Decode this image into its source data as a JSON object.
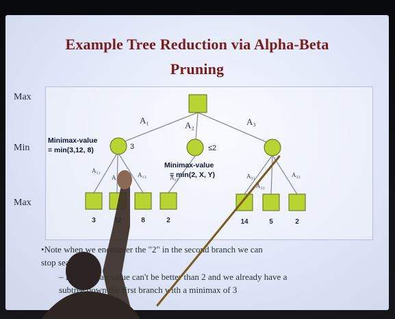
{
  "slide": {
    "title_line1": "Example Tree Reduction via Alpha-Beta",
    "title_line2": "Pruning",
    "levels": {
      "max_top": "Max",
      "min": "Min",
      "max_bottom": "Max"
    },
    "branch_labels": {
      "a1": "A₁",
      "a2": "A₂",
      "a3": "A₃"
    },
    "sub_branch_labels": {
      "a11": "A₁₁",
      "a12": "A₁₂",
      "a13": "A₁₃",
      "a21": "A₂₁",
      "a31": "A₃₁",
      "a32": "A₃₂",
      "a33": "A₃₃"
    },
    "min_node_values": {
      "n1": "3",
      "n2": "≤2"
    },
    "annotations": {
      "left_line1": "Minimax-value",
      "left_line2": "= min(3,12, 8)",
      "mid_line1": "Minimax-value",
      "mid_line2": "= min(2, X, Y)"
    },
    "leaf_values": [
      "3",
      "12",
      "8",
      "2",
      "14",
      "5",
      "2"
    ],
    "note_line1": "•Note when we encounter the \"2\" in the second branch we can",
    "note_line2": "stop searching",
    "note_line3": "– Its minimax value can't be better than 2 and we already have a",
    "note_line4": "subtree down the first branch with a minimax of 3"
  },
  "colors": {
    "title": "#7a1c1c",
    "node_fill": "#b8d432",
    "node_stroke": "#5b6b16",
    "edge": "#8a8f99",
    "slide_bg": "#eef2fb"
  }
}
